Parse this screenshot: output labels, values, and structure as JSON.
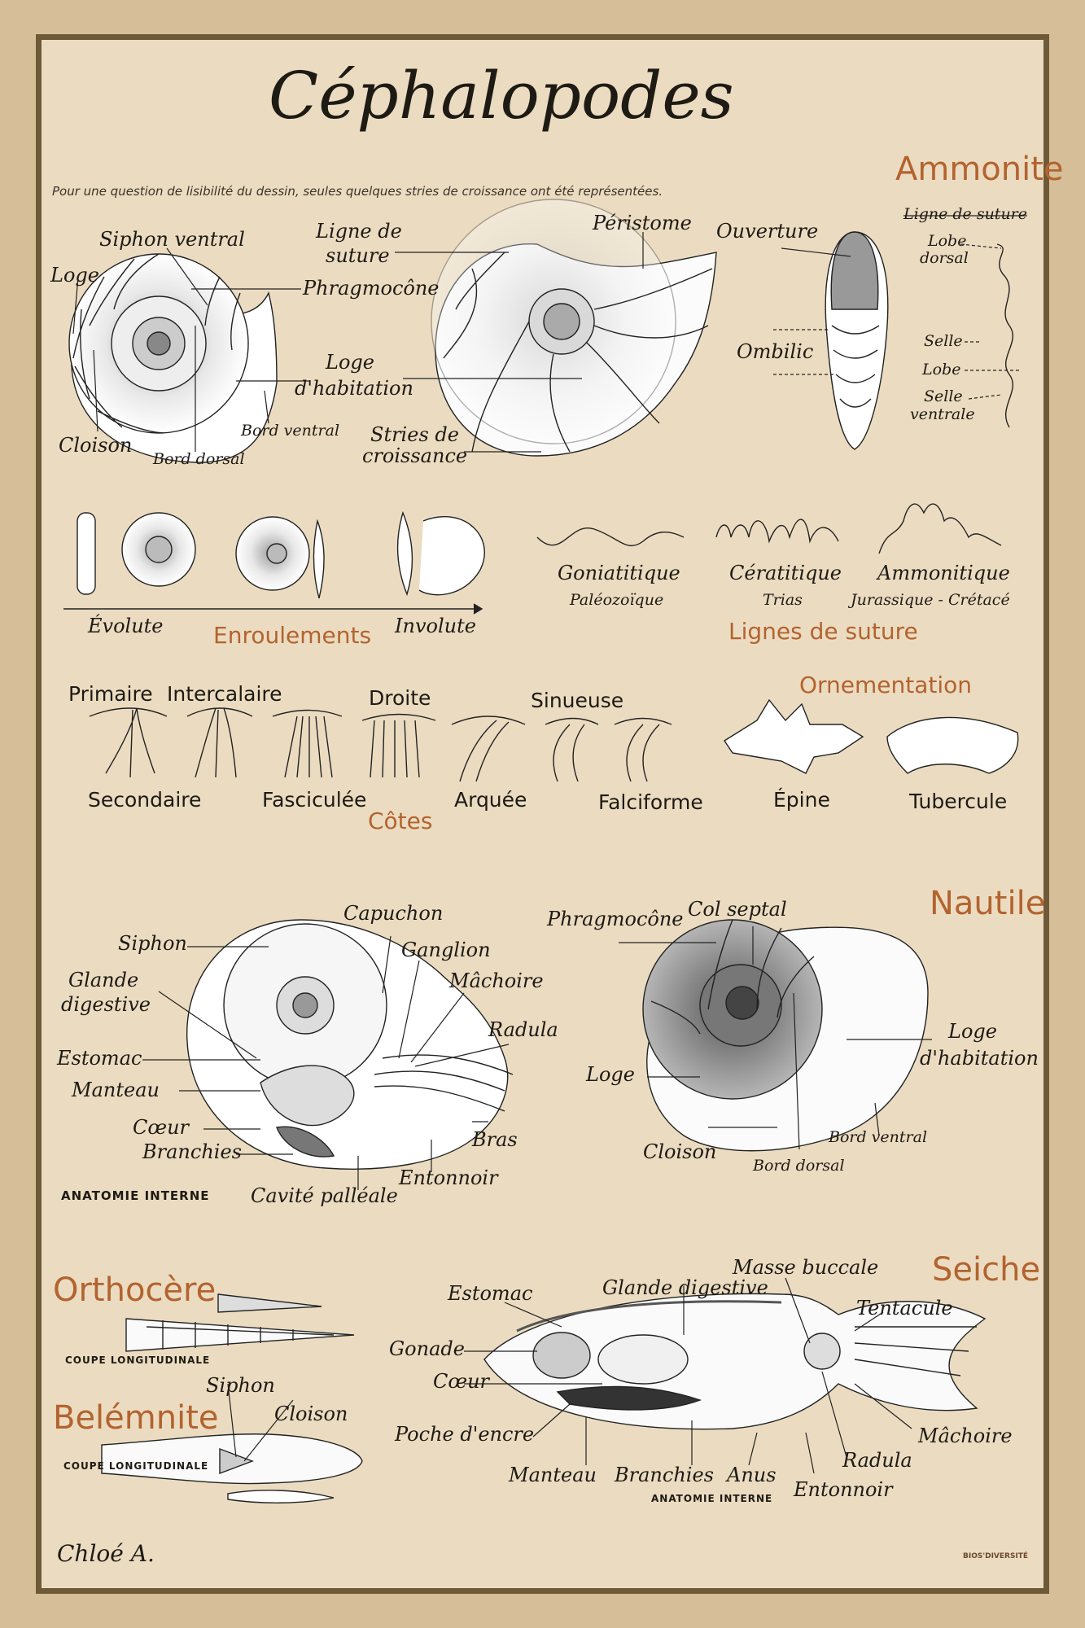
{
  "title": "Céphalopodes",
  "note": "Pour une question de lisibilité du dessin, seules quelques stries de croissance ont été représentées.",
  "sections": {
    "ammonite": "Ammonite",
    "enroulements": "Enroulements",
    "lignes_suture": "Lignes de suture",
    "ornementation": "Ornementation",
    "cotes": "Côtes",
    "nautile": "Nautile",
    "orthocere": "Orthocère",
    "belemnite": "Belémnite",
    "seiche": "Seiche"
  },
  "ammonite_labels": {
    "siphon_ventral": "Siphon ventral",
    "loge": "Loge",
    "phragmocone": "Phragmocône",
    "loge_habitation_1": "Loge",
    "loge_habitation_2": "d'habitation",
    "bord_ventral": "Bord ventral",
    "cloison": "Cloison",
    "bord_dorsal": "Bord dorsal",
    "ligne_de_suture_1": "Ligne de",
    "ligne_de_suture_2": "suture",
    "peristome": "Péristome",
    "stries_1": "Stries de",
    "stries_2": "croissance",
    "ouverture": "Ouverture",
    "ombilic": "Ombilic"
  },
  "suture_detail": {
    "title": "Ligne de suture",
    "lobe_dorsal_1": "Lobe",
    "lobe_dorsal_2": "dorsal",
    "selle": "Selle",
    "lobe": "Lobe",
    "selle_ventrale_1": "Selle",
    "selle_ventrale_2": "ventrale"
  },
  "enroulement_labels": {
    "evolute": "Évolute",
    "involute": "Involute"
  },
  "suture_types": [
    {
      "name": "Goniatitique",
      "age": "Paléozoïque"
    },
    {
      "name": "Cératitique",
      "age": "Trias"
    },
    {
      "name": "Ammonitique",
      "age": "Jurassique - Crétacé"
    }
  ],
  "cotes_labels": {
    "primaire": "Primaire",
    "intercalaire": "Intercalaire",
    "secondaire": "Secondaire",
    "fasciculee": "Fasciculée",
    "droite": "Droite",
    "arquee": "Arquée",
    "sinueuse": "Sinueuse",
    "falciforme": "Falciforme"
  },
  "ornement_labels": {
    "epine": "Épine",
    "tubercule": "Tubercule"
  },
  "nautile_anatomy": {
    "siphon": "Siphon",
    "capuchon": "Capuchon",
    "ganglion": "Ganglion",
    "glande_1": "Glande",
    "glande_2": "digestive",
    "machoire": "Mâchoire",
    "radula": "Radula",
    "estomac": "Estomac",
    "manteau": "Manteau",
    "coeur": "Cœur",
    "branchies": "Branchies",
    "bras": "Bras",
    "entonnoir": "Entonnoir",
    "cavite": "Cavité palléale",
    "caption": "ANATOMIE INTERNE"
  },
  "nautile_shell": {
    "phragmocone": "Phragmocône",
    "col_septal": "Col septal",
    "loge": "Loge",
    "loge_habitation_1": "Loge",
    "loge_habitation_2": "d'habitation",
    "cloison": "Cloison",
    "bord_ventral": "Bord ventral",
    "bord_dorsal": "Bord dorsal"
  },
  "orthocere": {
    "caption": "COUPE LONGITUDINALE",
    "siphon": "Siphon",
    "cloison": "Cloison"
  },
  "belemnite": {
    "caption": "COUPE LONGITUDINALE"
  },
  "seiche_labels": {
    "estomac": "Estomac",
    "glande": "Glande digestive",
    "masse": "Masse buccale",
    "tentacule": "Tentacule",
    "gonade": "Gonade",
    "coeur": "Cœur",
    "poche": "Poche d'encre",
    "manteau": "Manteau",
    "branchies": "Branchies",
    "anus": "Anus",
    "radula": "Radula",
    "machoire": "Mâchoire",
    "entonnoir": "Entonnoir",
    "caption": "ANATOMIE INTERNE"
  },
  "signature": "Chloé A.",
  "logo_text": "BIOS'DIVERSITÉ",
  "colors": {
    "background": "#ebdcc1",
    "frame": "#6e5a36",
    "outer": "#d6bf98",
    "accent": "#b3632f"
  }
}
